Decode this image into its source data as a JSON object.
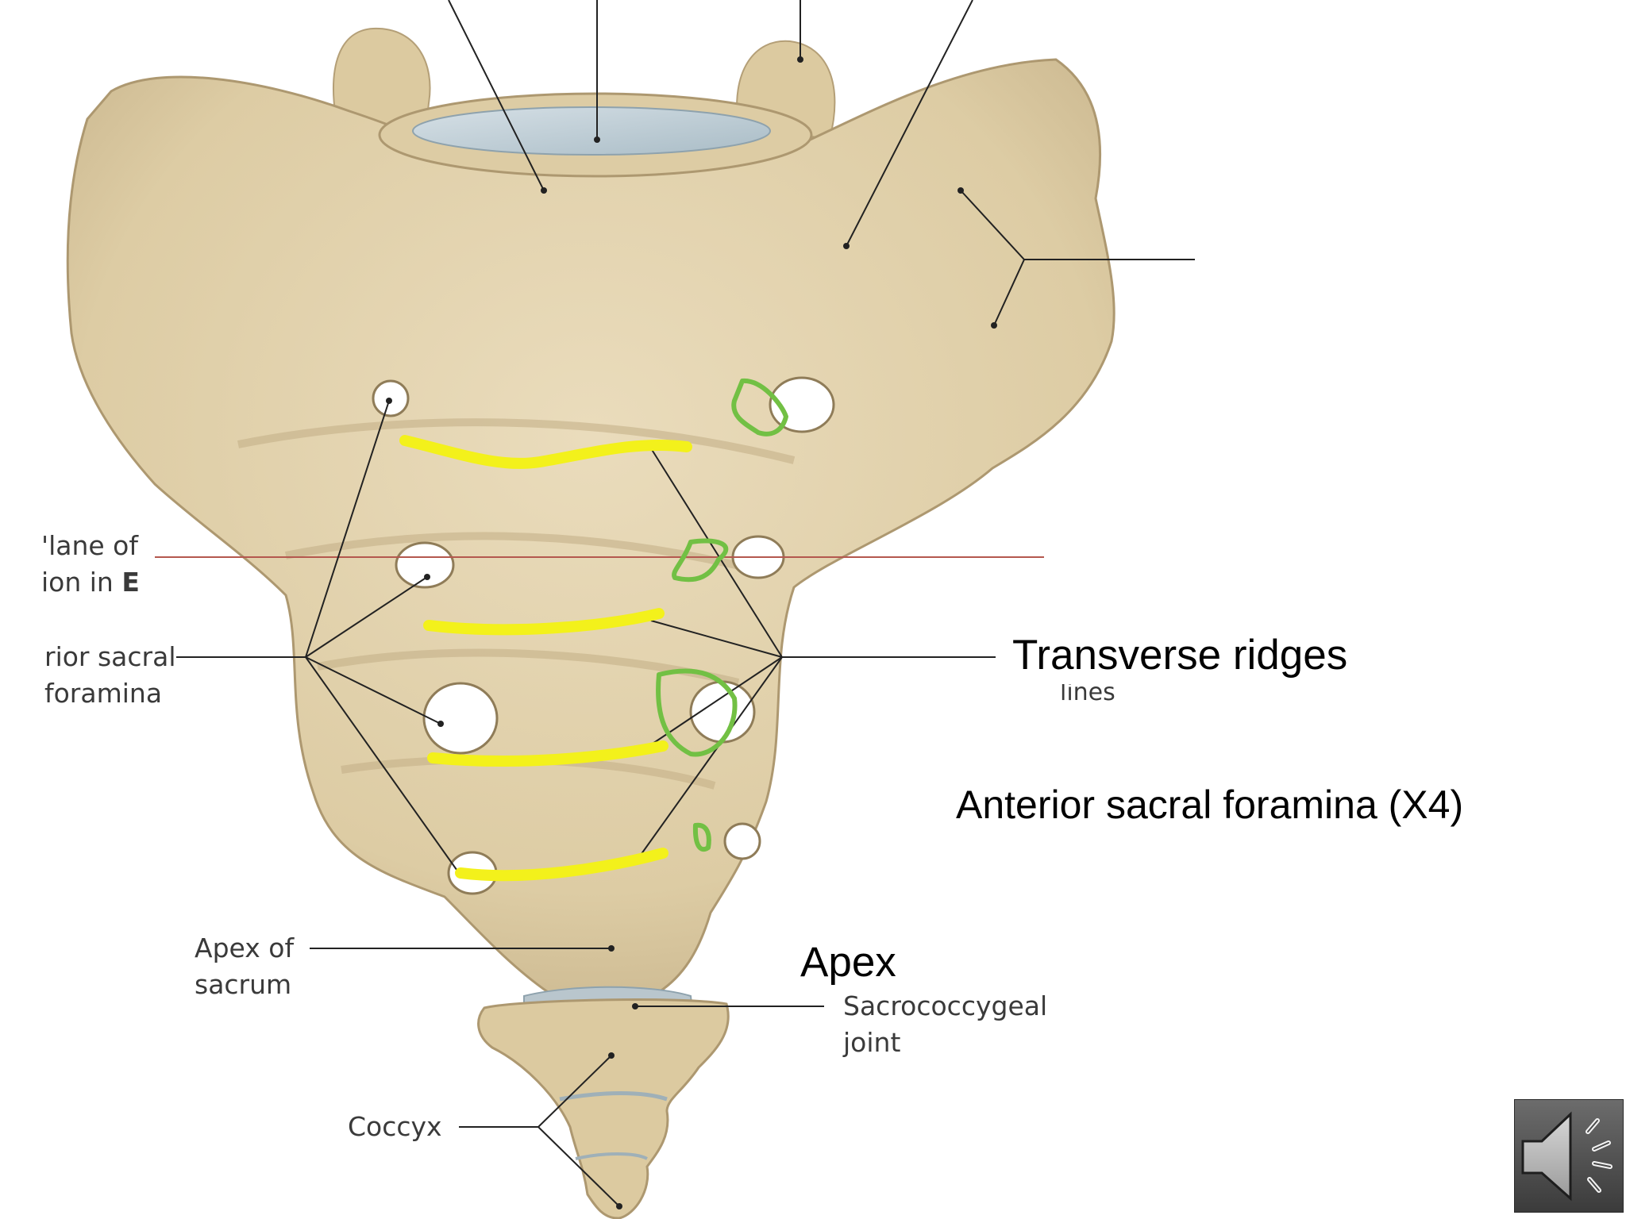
{
  "labels": {
    "plane_line1": "'lane of",
    "plane_line2": "ion in ",
    "plane_bold": "E",
    "foramina_left_line1": "rior sacral",
    "foramina_left_line2": "foramina",
    "apex_sacrum_line1": "Apex of",
    "apex_sacrum_line2": "sacrum",
    "sacrococcygeal_line1": "Sacrococcygeal",
    "sacrococcygeal_line2": "joint",
    "coccyx": "Coccyx",
    "lines_partial": "lines"
  },
  "annotations": {
    "transverse_ridges": "Transverse ridges",
    "anterior_sacral_foramina": "Anterior sacral foramina (X4)",
    "apex": "Apex"
  },
  "icons": {
    "audio": "speaker-icon"
  },
  "colors": {
    "bone": "#e2d2ae",
    "bone_shadow": "#b7a47c",
    "highlight_yellow": "#f3f11b",
    "highlight_green": "#72c044",
    "plane_line": "#b4584e",
    "leader": "#222222"
  }
}
